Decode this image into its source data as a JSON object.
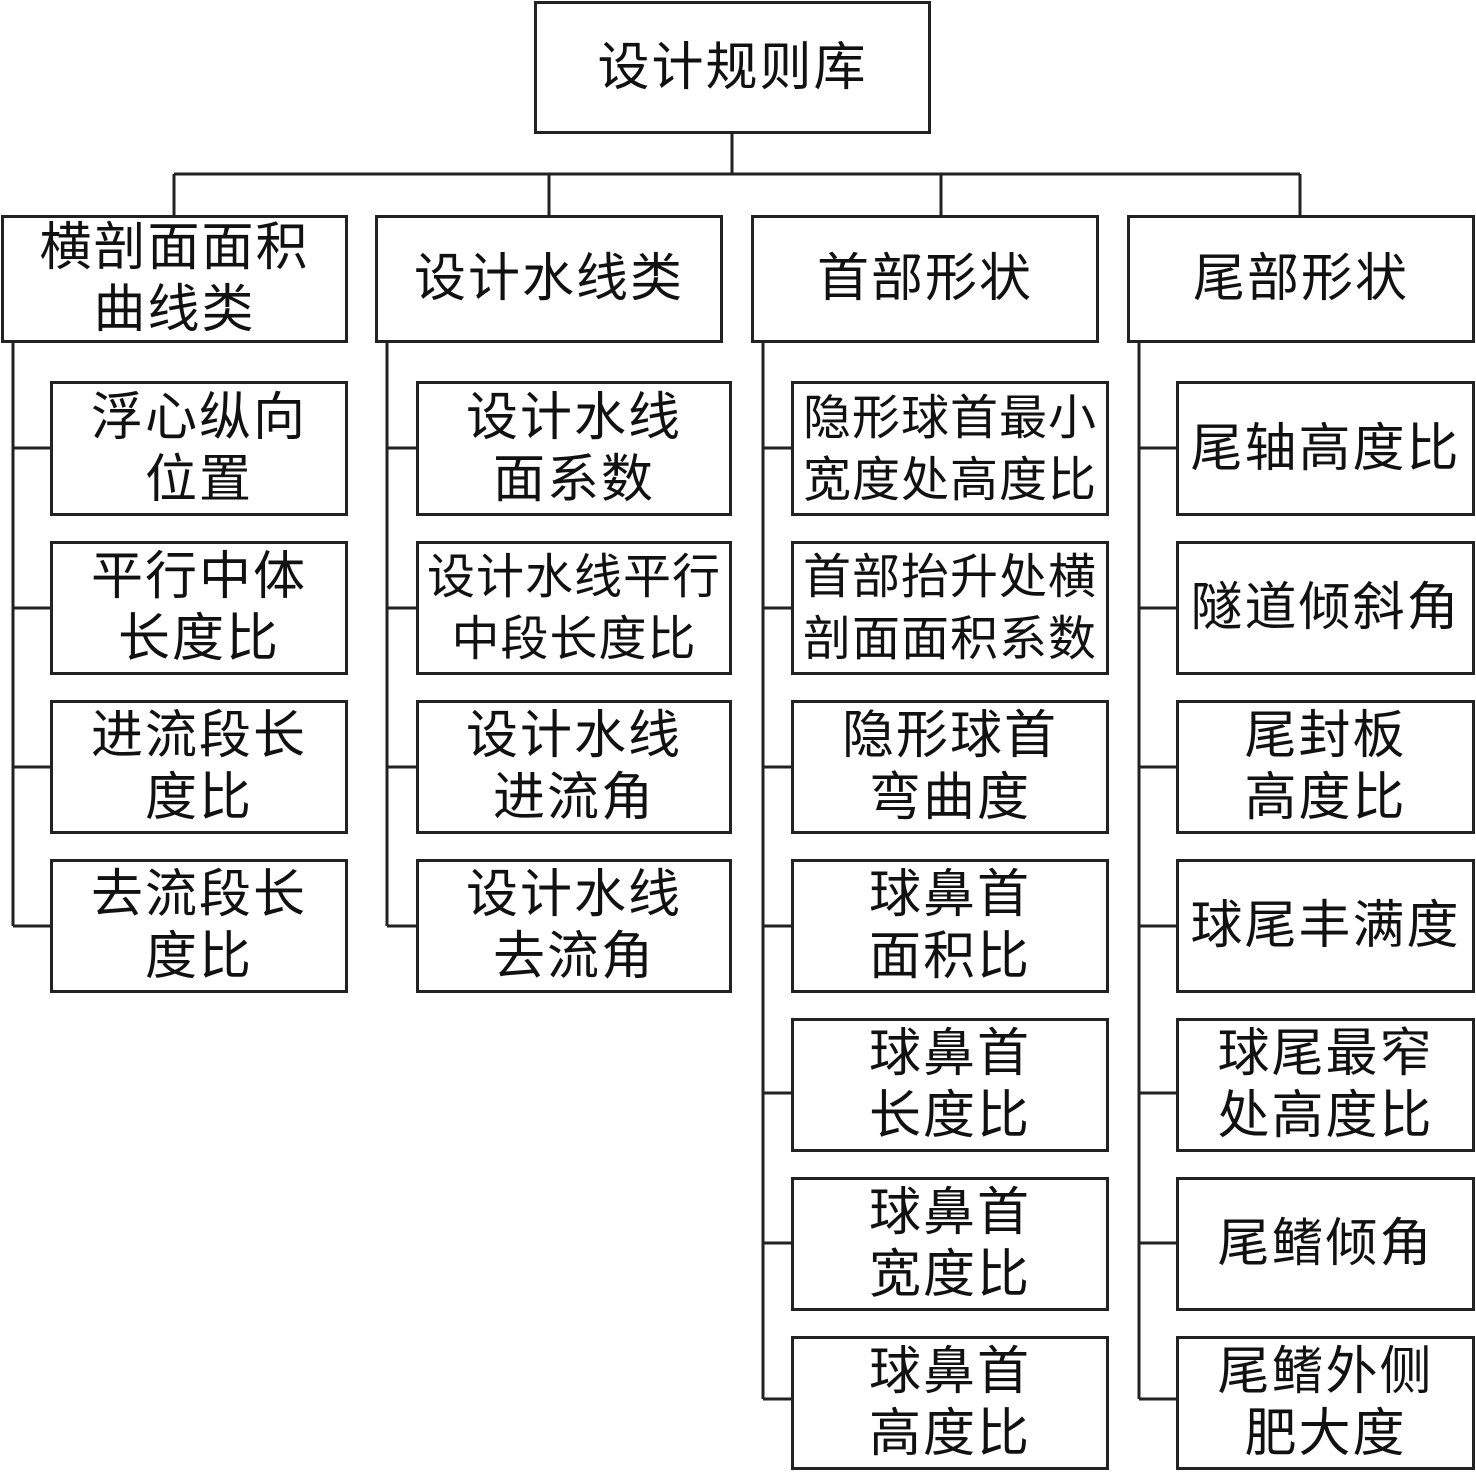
{
  "root": {
    "label": "设计规则库"
  },
  "categories": [
    {
      "label_lines": [
        "横剖面面积",
        "曲线类"
      ],
      "items": [
        {
          "lines": [
            "浮心纵向",
            "位置"
          ]
        },
        {
          "lines": [
            "平行中体",
            "长度比"
          ]
        },
        {
          "lines": [
            "进流段长",
            "度比"
          ]
        },
        {
          "lines": [
            "去流段长",
            "度比"
          ]
        }
      ]
    },
    {
      "label_lines": [
        "设计水线类"
      ],
      "items": [
        {
          "lines": [
            "设计水线",
            "面系数"
          ]
        },
        {
          "lines": [
            "设计水线平行",
            "中段长度比"
          ]
        },
        {
          "lines": [
            "设计水线",
            "进流角"
          ]
        },
        {
          "lines": [
            "设计水线",
            "去流角"
          ]
        }
      ]
    },
    {
      "label_lines": [
        "首部形状"
      ],
      "items": [
        {
          "lines": [
            "隐形球首最小",
            "宽度处高度比"
          ]
        },
        {
          "lines": [
            "首部抬升处横",
            "剖面面积系数"
          ]
        },
        {
          "lines": [
            "隐形球首",
            "弯曲度"
          ]
        },
        {
          "lines": [
            "球鼻首",
            "面积比"
          ]
        },
        {
          "lines": [
            "球鼻首",
            "长度比"
          ]
        },
        {
          "lines": [
            "球鼻首",
            "宽度比"
          ]
        },
        {
          "lines": [
            "球鼻首",
            "高度比"
          ]
        }
      ]
    },
    {
      "label_lines": [
        "尾部形状"
      ],
      "items": [
        {
          "lines": [
            "尾轴高度比"
          ]
        },
        {
          "lines": [
            "隧道倾斜角"
          ]
        },
        {
          "lines": [
            "尾封板",
            "高度比"
          ]
        },
        {
          "lines": [
            "球尾丰满度"
          ]
        },
        {
          "lines": [
            "球尾最窄",
            "处高度比"
          ]
        },
        {
          "lines": [
            "尾鳍倾角"
          ]
        },
        {
          "lines": [
            "尾鳍外侧",
            "肥大度"
          ]
        }
      ]
    }
  ]
}
